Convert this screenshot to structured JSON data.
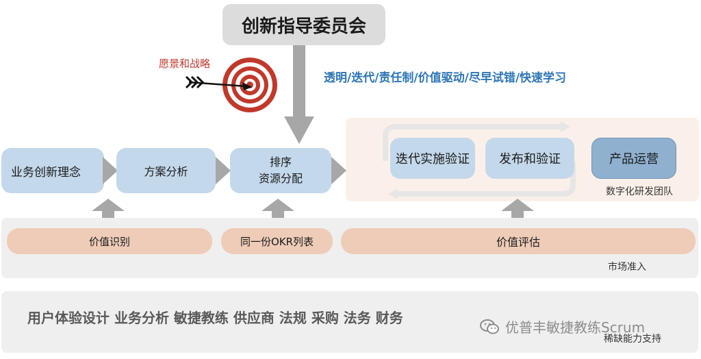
{
  "committee": {
    "label": "创新指导委员会"
  },
  "vision": {
    "label": "愿景和战略"
  },
  "principles": {
    "text": "透明/迭代/责任制/价值驱动/尽早试错/快速学习"
  },
  "process": {
    "steps": [
      {
        "label": "业务创新理念"
      },
      {
        "label": "方案分析"
      },
      {
        "label_line1": "排序",
        "label_line2": "资源分配"
      }
    ]
  },
  "team": {
    "label": "数字化研发团队",
    "steps": [
      {
        "label": "迭代实施验证"
      },
      {
        "label": "发布和验证"
      },
      {
        "label": "产品运营"
      }
    ]
  },
  "market": {
    "label": "市场准入",
    "pills": [
      {
        "label": "价值识别"
      },
      {
        "label": "同一份OKR列表"
      },
      {
        "label": "价值评估"
      }
    ]
  },
  "support": {
    "label": "稀缺能力支持",
    "roles": "用户体验设计 业务分析 敏捷教练 供应商 法规 采购 法务 财务"
  },
  "watermark": {
    "text": "优普丰敏捷教练Scrum",
    "icon": "wechat-icon"
  },
  "colors": {
    "process_box": "#c3d8ea",
    "product_ops_box": "#8fb0cf",
    "pill": "#eeccb8",
    "principles_text": "#2e75b6",
    "vision_text": "#c0392b",
    "target_red": "#c0392b",
    "arrow_gray": "#a7a7a7"
  }
}
